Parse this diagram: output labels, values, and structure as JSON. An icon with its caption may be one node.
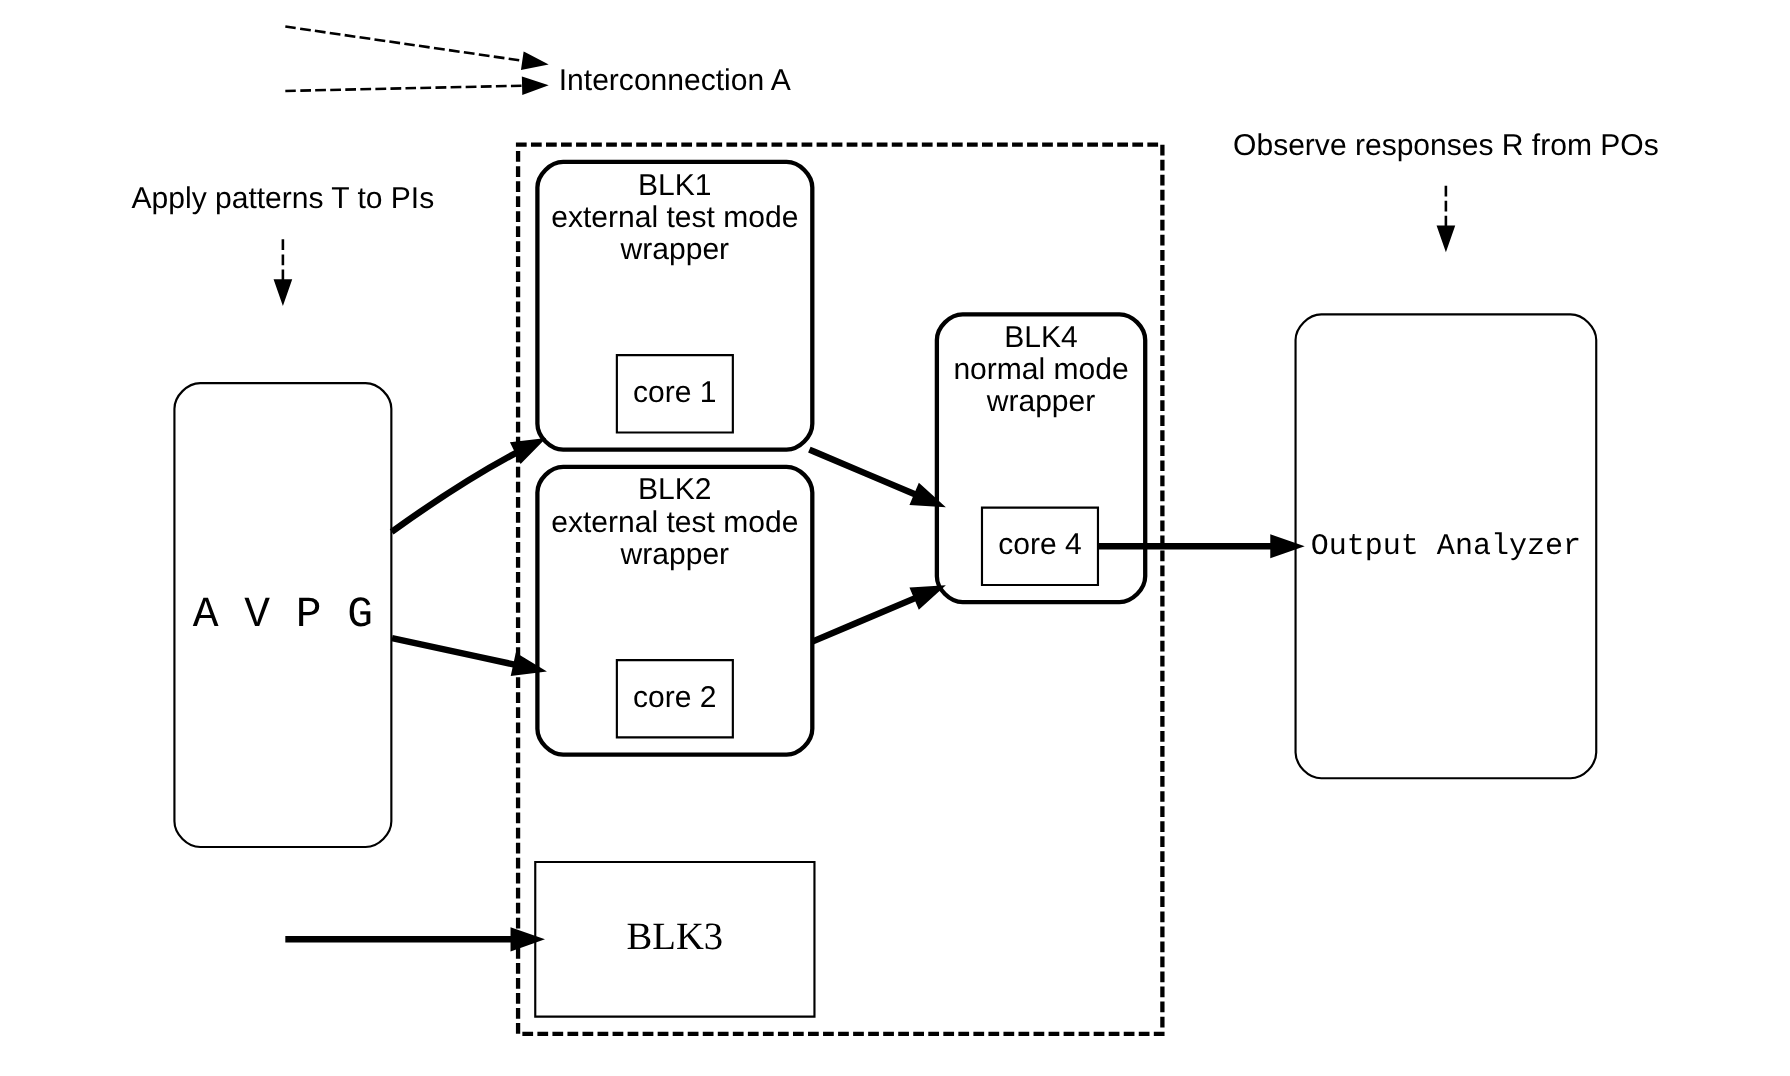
{
  "diagram": {
    "nodes": [
      {
        "text": [
          "A V P G"
        ]
      },
      {
        "text": [],
        "shape": "box"
      },
      {
        "text": [
          "BLK1",
          "external test mode",
          "wrapper"
        ],
        "in": 1
      },
      {
        "text": [
          "core 1"
        ],
        "in": 2
      },
      {
        "text": [
          "BLK2",
          "external test mode",
          "wrapper"
        ],
        "in": 1
      },
      {
        "text": [
          "core 2"
        ],
        "in": 4
      },
      {
        "text": [
          "BLK3"
        ],
        "in": 1
      },
      {
        "text": [
          "BLK4",
          "normal mode",
          "wrapper"
        ],
        "in": 1
      },
      {
        "text": [
          "core 4"
        ],
        "in": 7
      },
      {
        "text": [
          "Output Analyzer"
        ]
      },
      {
        "text": [
          "Apply patterns T to PIs"
        ]
      },
      {
        "text": [
          "Interconnection A"
        ]
      },
      {
        "text": [
          "Observe responses R from POs"
        ]
      }
    ],
    "edges": [
      {
        "from": 0,
        "to": 2,
        "arrow": "to"
      },
      {
        "from": 0,
        "to": 4,
        "arrow": "to"
      },
      {
        "from": null,
        "to": 6,
        "arrow": "to"
      },
      {
        "from": 2,
        "to": 7,
        "arrow": "to"
      },
      {
        "from": 4,
        "to": 7,
        "arrow": "to"
      },
      {
        "from": 8,
        "to": 9,
        "arrow": "to"
      },
      {
        "from": 10,
        "to": null,
        "arrow": "to",
        "style": "dashed"
      },
      {
        "from": null,
        "to": 11,
        "arrow": "to",
        "style": "dashed"
      },
      {
        "from": null,
        "to": 11,
        "arrow": "to",
        "style": "dashed"
      },
      {
        "from": 12,
        "to": null,
        "arrow": "to",
        "style": "dashed"
      }
    ]
  }
}
